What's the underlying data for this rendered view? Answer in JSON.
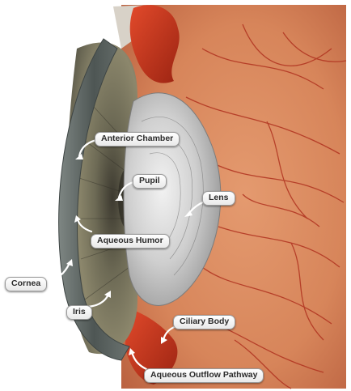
{
  "labels": {
    "anterior_chamber": "Anterior Chamber",
    "pupil": "Pupil",
    "lens": "Lens",
    "aqueous_humor": "Aqueous Humor",
    "cornea": "Cornea",
    "iris": "Iris",
    "ciliary_body": "Ciliary Body",
    "aqueous_outflow_pathway": "Aqueous Outflow Pathway"
  }
}
